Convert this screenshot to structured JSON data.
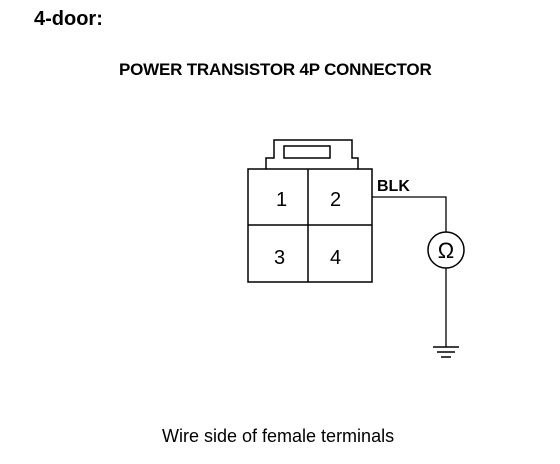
{
  "header": {
    "variant": "4-door:",
    "connector_title": "POWER TRANSISTOR 4P CONNECTOR"
  },
  "connector": {
    "terminals": [
      {
        "number": "1"
      },
      {
        "number": "2"
      },
      {
        "number": "3"
      },
      {
        "number": "4"
      }
    ]
  },
  "wire": {
    "color_label": "BLK"
  },
  "meter": {
    "symbol": "Ω",
    "icon": "ohmmeter-icon"
  },
  "ground": {
    "icon": "ground-icon"
  },
  "caption": "Wire side of female terminals"
}
